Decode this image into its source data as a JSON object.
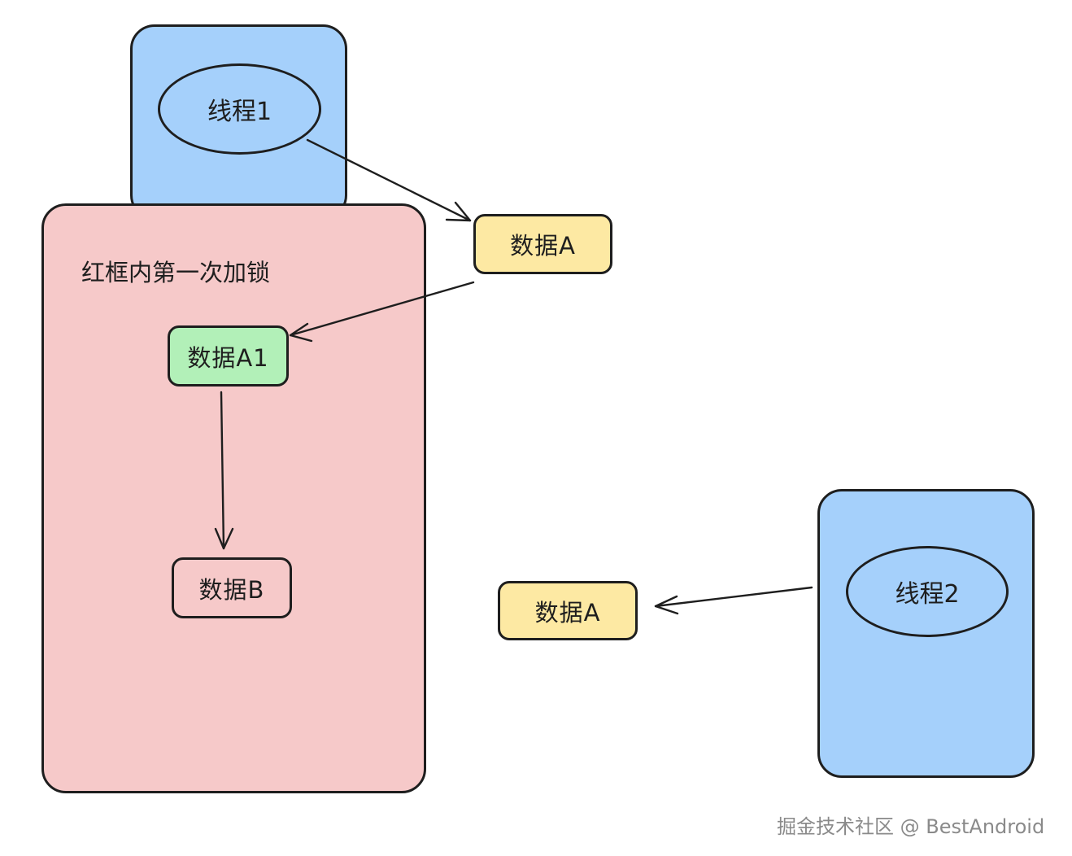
{
  "thread1": {
    "label": "线程1"
  },
  "thread2": {
    "label": "线程2"
  },
  "lock_area": {
    "label": "红框内第一次加锁"
  },
  "nodes": {
    "data_a_top": "数据A",
    "data_a1": "数据A1",
    "data_b": "数据B",
    "data_a_bottom": "数据A"
  },
  "watermark": "掘金技术社区 @ BestAndroid",
  "colors": {
    "thread_fill": "#a5d0fb",
    "lock_fill": "#f6c9c9",
    "data_a_fill": "#fde9a3",
    "data_a1_fill": "#b2f0b8",
    "stroke": "#1e1e1e"
  }
}
